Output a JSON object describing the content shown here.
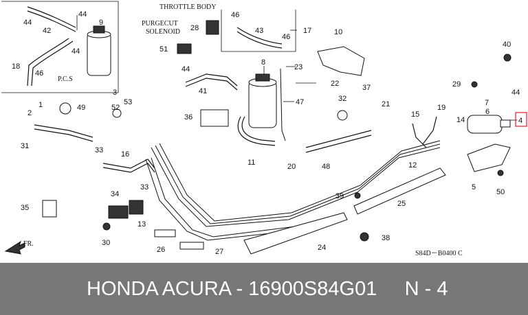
{
  "diagram": {
    "captions": {
      "throttle_body": "THROTTLE BODY",
      "purgecut_solenoid_1": "PURGECUT",
      "purgecut_solenoid_2": "SOLENOID",
      "pcs": "P.C.S",
      "front": "FR.",
      "ref_code": "S84D－B0400 C"
    },
    "callouts": [
      {
        "id": "c1",
        "label": "1"
      },
      {
        "id": "c2",
        "label": "2"
      },
      {
        "id": "c3",
        "label": "3"
      },
      {
        "id": "c4",
        "label": "4"
      },
      {
        "id": "c5",
        "label": "5"
      },
      {
        "id": "c6",
        "label": "6"
      },
      {
        "id": "c7",
        "label": "7"
      },
      {
        "id": "c8",
        "label": "8"
      },
      {
        "id": "c9",
        "label": "9"
      },
      {
        "id": "c10",
        "label": "10"
      },
      {
        "id": "c11",
        "label": "11"
      },
      {
        "id": "c12",
        "label": "12"
      },
      {
        "id": "c13",
        "label": "13"
      },
      {
        "id": "c14",
        "label": "14"
      },
      {
        "id": "c15",
        "label": "15"
      },
      {
        "id": "c16",
        "label": "16"
      },
      {
        "id": "c17",
        "label": "17"
      },
      {
        "id": "c18",
        "label": "18"
      },
      {
        "id": "c19",
        "label": "19"
      },
      {
        "id": "c20",
        "label": "20"
      },
      {
        "id": "c21",
        "label": "21"
      },
      {
        "id": "c22",
        "label": "22"
      },
      {
        "id": "c23",
        "label": "23"
      },
      {
        "id": "c24",
        "label": "24"
      },
      {
        "id": "c25",
        "label": "25"
      },
      {
        "id": "c26",
        "label": "26"
      },
      {
        "id": "c27",
        "label": "27"
      },
      {
        "id": "c28",
        "label": "28"
      },
      {
        "id": "c29",
        "label": "29"
      },
      {
        "id": "c30",
        "label": "30"
      },
      {
        "id": "c31",
        "label": "31"
      },
      {
        "id": "c32",
        "label": "32"
      },
      {
        "id": "c33a",
        "label": "33"
      },
      {
        "id": "c33b",
        "label": "33"
      },
      {
        "id": "c34",
        "label": "34"
      },
      {
        "id": "c35",
        "label": "35"
      },
      {
        "id": "c36",
        "label": "36"
      },
      {
        "id": "c37",
        "label": "37"
      },
      {
        "id": "c38",
        "label": "38"
      },
      {
        "id": "c39",
        "label": "39"
      },
      {
        "id": "c40",
        "label": "40"
      },
      {
        "id": "c41",
        "label": "41"
      },
      {
        "id": "c42",
        "label": "42"
      },
      {
        "id": "c43",
        "label": "43"
      },
      {
        "id": "c44a",
        "label": "44"
      },
      {
        "id": "c44b",
        "label": "44"
      },
      {
        "id": "c44c",
        "label": "44"
      },
      {
        "id": "c44d",
        "label": "44"
      },
      {
        "id": "c44e",
        "label": "44"
      },
      {
        "id": "c46a",
        "label": "46"
      },
      {
        "id": "c46b",
        "label": "46"
      },
      {
        "id": "c46c",
        "label": "46"
      },
      {
        "id": "c47",
        "label": "47"
      },
      {
        "id": "c48",
        "label": "48"
      },
      {
        "id": "c49",
        "label": "49"
      },
      {
        "id": "c50",
        "label": "50"
      },
      {
        "id": "c51",
        "label": "51"
      },
      {
        "id": "c52",
        "label": "52"
      },
      {
        "id": "c53",
        "label": "53"
      }
    ],
    "highlight_color": "#e8162c"
  },
  "footer": {
    "title": "HONDA ACURA - 16900S84G01     N - 4",
    "background": "#777777"
  }
}
